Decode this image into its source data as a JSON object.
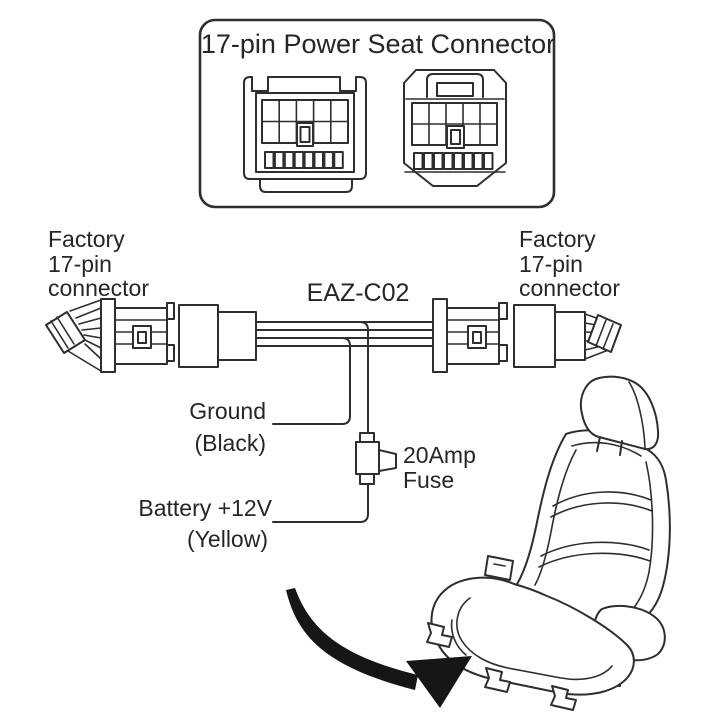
{
  "colors": {
    "line": "#2e2e2e",
    "text": "#262626",
    "background": "#ffffff",
    "arrow": "#161616"
  },
  "panel": {
    "title": "17-pin Power Seat Connector"
  },
  "harness": {
    "model": "EAZ-C02"
  },
  "left_connector_label": {
    "line1": "Factory",
    "line2": "17-pin",
    "line3": "connector"
  },
  "right_connector_label": {
    "line1": "Factory",
    "line2": "17-pin",
    "line3": "connector"
  },
  "wires": {
    "ground": {
      "line1": "Ground",
      "line2": "(Black)"
    },
    "battery": {
      "line1": "Battery +12V",
      "line2": "(Yellow)"
    },
    "fuse": {
      "line1": "20Amp",
      "line2": "Fuse"
    }
  }
}
